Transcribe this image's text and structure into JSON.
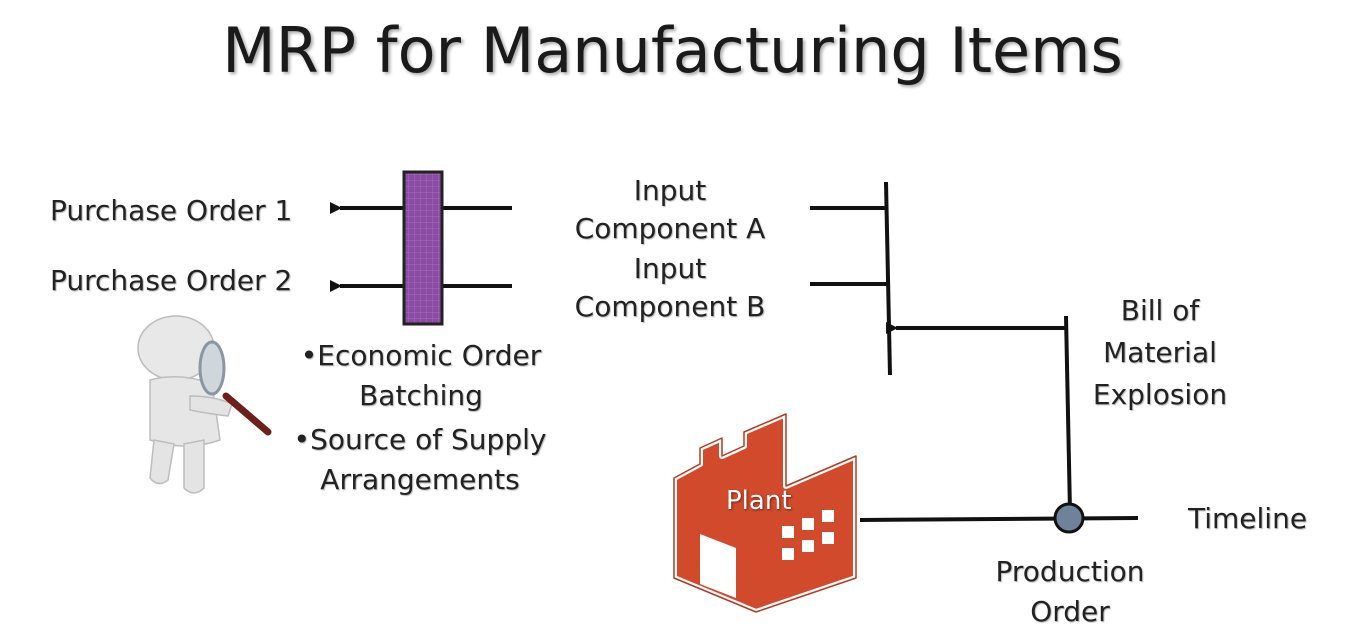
{
  "title": "MRP for Manufacturing Items",
  "purchase_orders": [
    "Purchase Order 1",
    "Purchase Order 2"
  ],
  "components": {
    "a": [
      "Input",
      "Component A"
    ],
    "b": [
      "Input",
      "Component B"
    ]
  },
  "bullets": [
    {
      "marker": "•",
      "line1": "Economic Order",
      "line2": "Batching"
    },
    {
      "marker": "•",
      "line1": "Source of Supply",
      "line2": "Arrangements"
    }
  ],
  "bom": [
    "Bill of",
    "Material",
    "Explosion"
  ],
  "plant_label": "Plant",
  "timeline_label": "Timeline",
  "production_order": [
    "Production",
    "Order"
  ],
  "colors": {
    "batch_box": "#8b4aa3",
    "plant": "#d24a2c",
    "node": "#6f8299",
    "line": "#111111"
  }
}
